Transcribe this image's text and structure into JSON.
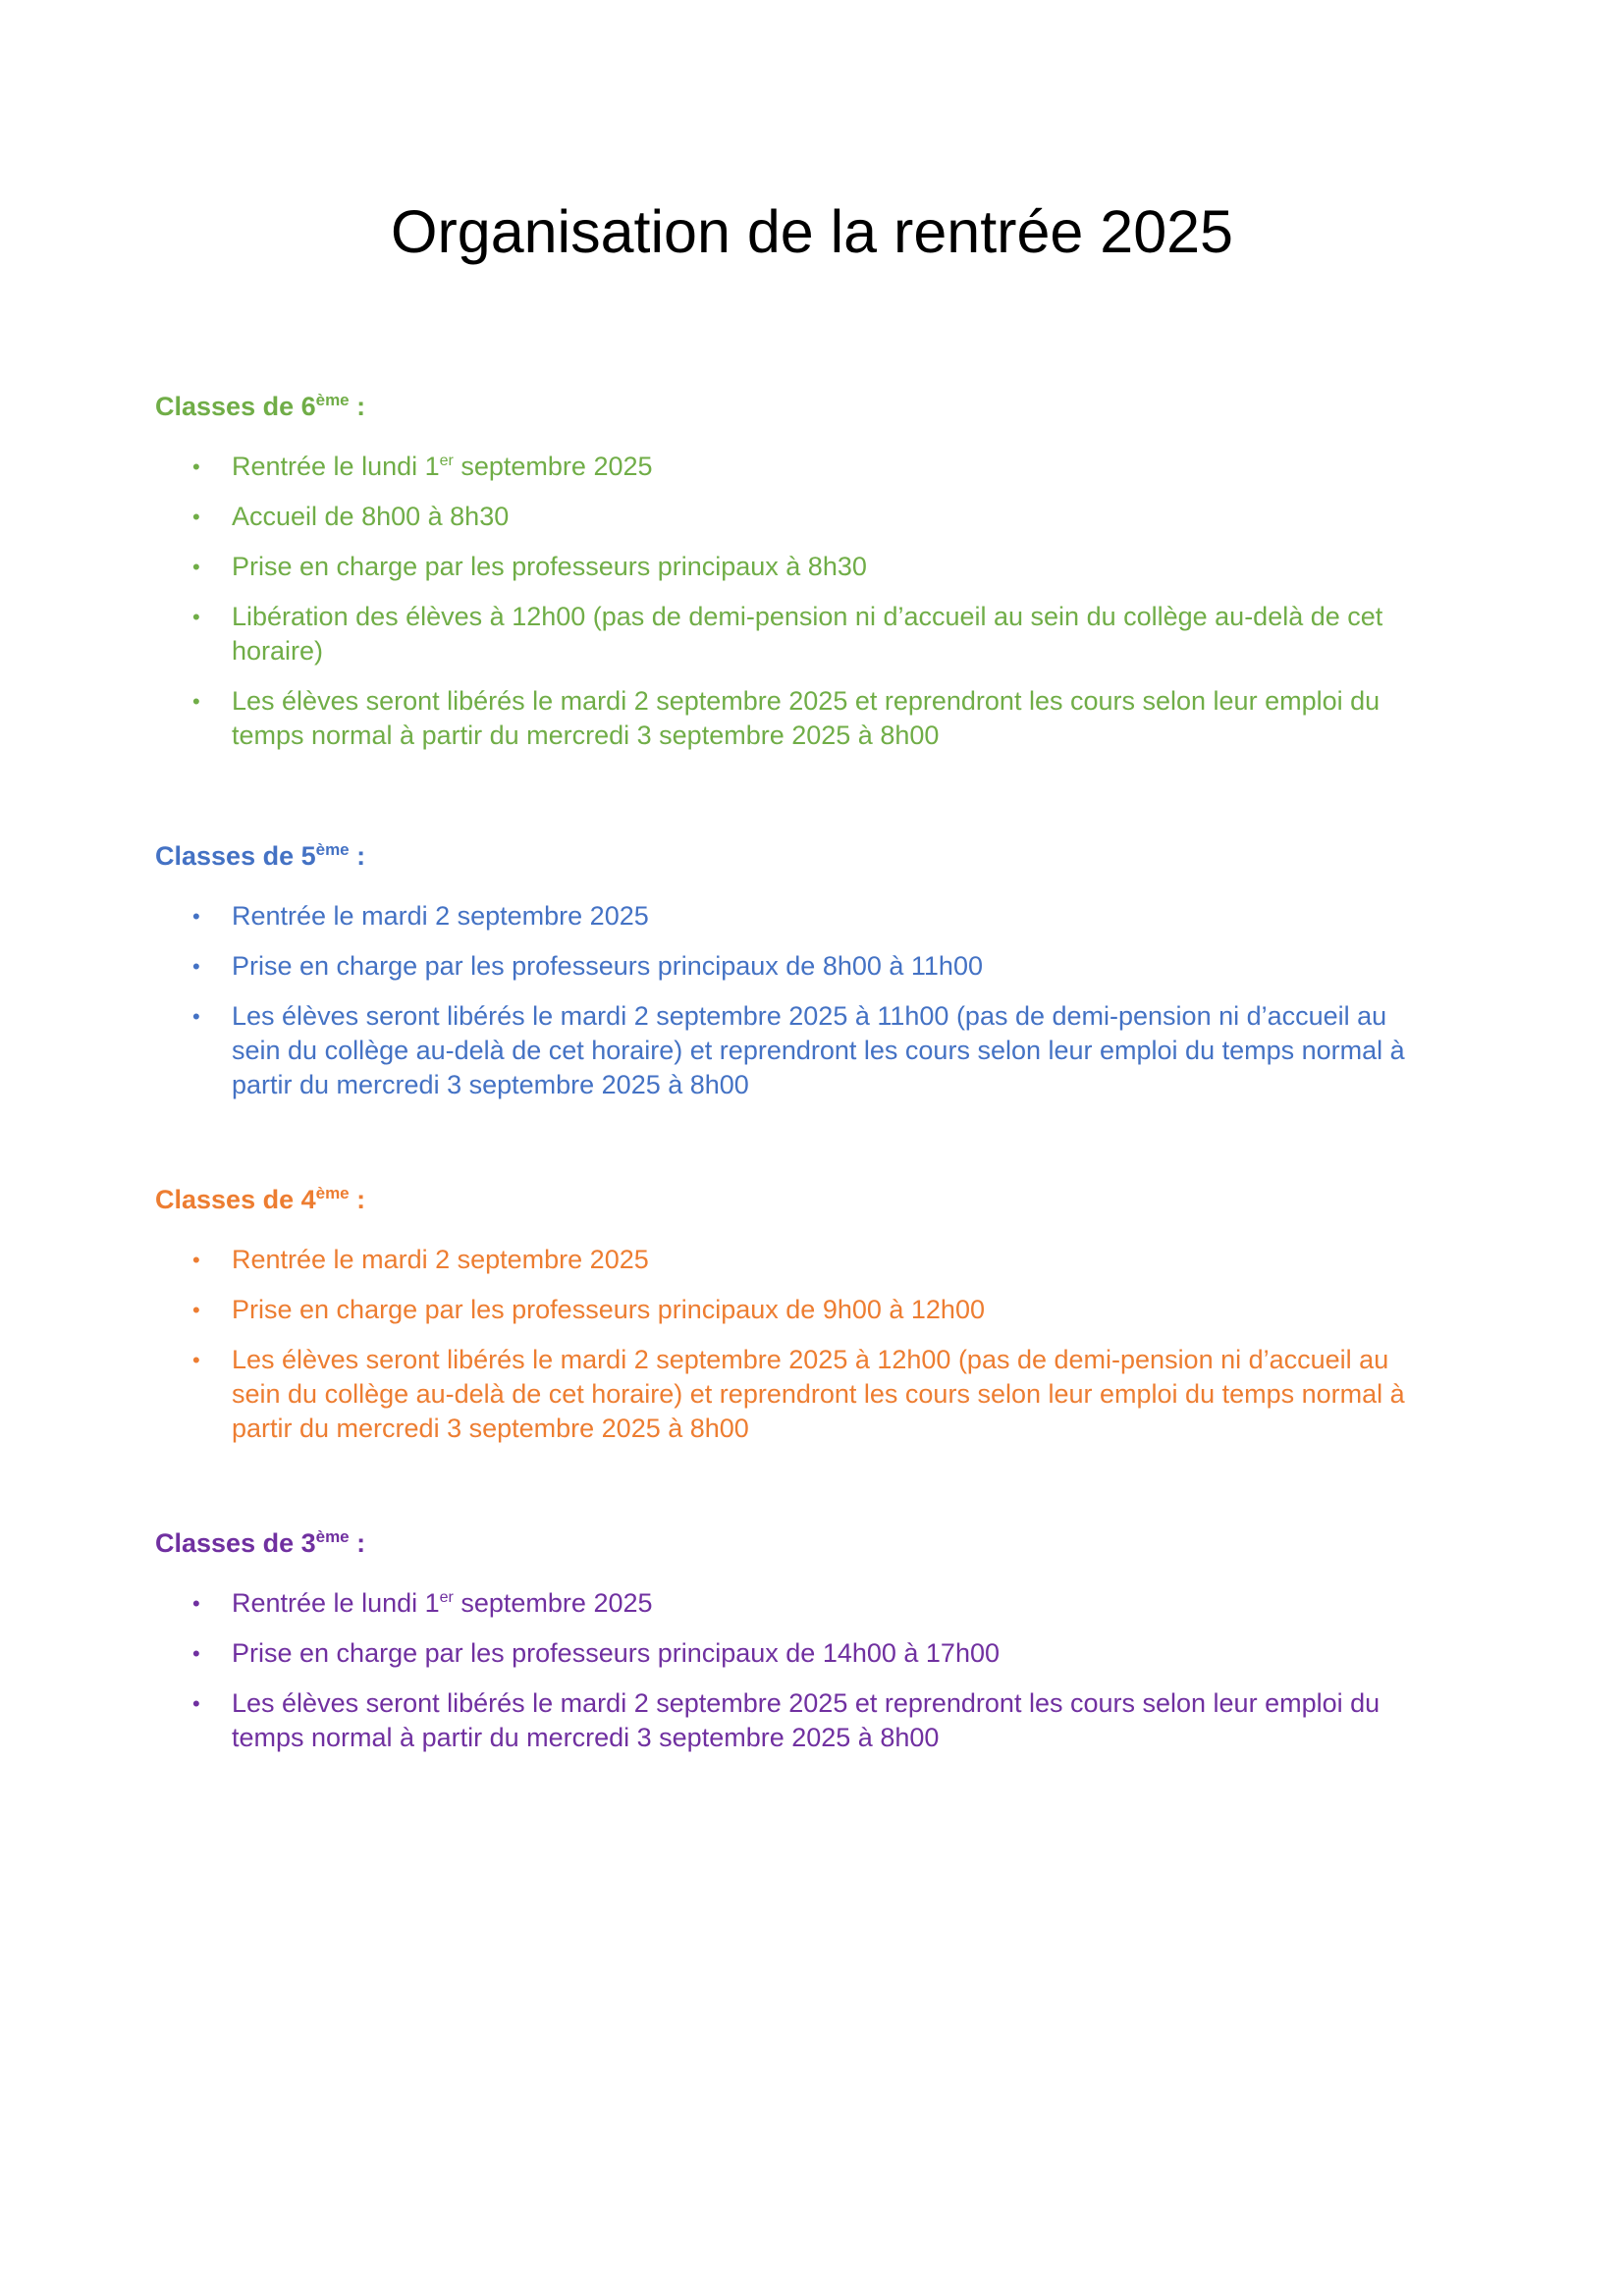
{
  "document": {
    "title": "Organisation de la rentrée 2025"
  },
  "colors": {
    "sixieme": "#70ad47",
    "cinquieme": "#4472c4",
    "quatrieme": "#ed7d31",
    "troisieme": "#7030a0"
  },
  "sections": {
    "sixieme": {
      "heading_prefix": "Classes de 6",
      "heading_sup": "ème",
      "heading_suffix": " :",
      "items": [
        {
          "pre": "Rentrée le lundi 1",
          "sup": "er",
          "post": " septembre 2025"
        },
        {
          "pre": "Accueil de 8h00 à 8h30"
        },
        {
          "pre": "Prise en charge par les professeurs principaux à 8h30"
        },
        {
          "pre": "Libération des élèves à 12h00 (pas de demi-pension ni d’accueil au sein du collège au-delà de cet horaire)"
        },
        {
          "pre": "Les élèves seront libérés le mardi 2 septembre 2025 et reprendront les cours selon leur emploi du temps normal à partir du mercredi 3 septembre 2025 à 8h00"
        }
      ]
    },
    "cinquieme": {
      "heading_prefix": "Classes de 5",
      "heading_sup": "ème",
      "heading_suffix": " :",
      "items": [
        {
          "pre": "Rentrée le mardi 2 septembre 2025"
        },
        {
          "pre": "Prise en charge par les professeurs principaux de 8h00 à 11h00"
        },
        {
          "pre": "Les élèves seront libérés le mardi 2 septembre 2025 à 11h00 (pas de demi-pension ni d’accueil au sein du collège au-delà de cet horaire) et reprendront les cours selon leur emploi du temps normal à partir du mercredi 3 septembre 2025 à 8h00"
        }
      ]
    },
    "quatrieme": {
      "heading_prefix": "Classes de 4",
      "heading_sup": "ème",
      "heading_suffix": " :",
      "items": [
        {
          "pre": "Rentrée le mardi 2 septembre 2025"
        },
        {
          "pre": "Prise en charge par les professeurs principaux de 9h00 à 12h00"
        },
        {
          "pre": "Les élèves seront libérés le mardi 2 septembre 2025 à 12h00 (pas de demi-pension ni d’accueil au sein du collège au-delà de cet horaire) et reprendront les cours selon leur emploi du temps normal à partir du mercredi 3 septembre 2025 à 8h00"
        }
      ]
    },
    "troisieme": {
      "heading_prefix": "Classes de 3",
      "heading_sup": "ème",
      "heading_suffix": " :",
      "items": [
        {
          "pre": "Rentrée le lundi 1",
          "sup": "er",
          "post": " septembre 2025"
        },
        {
          "pre": "Prise en charge par les professeurs principaux de 14h00 à 17h00"
        },
        {
          "pre": "Les élèves seront libérés le mardi 2 septembre 2025 et reprendront les cours selon leur emploi du temps normal à partir du mercredi 3 septembre 2025 à 8h00"
        }
      ]
    }
  }
}
